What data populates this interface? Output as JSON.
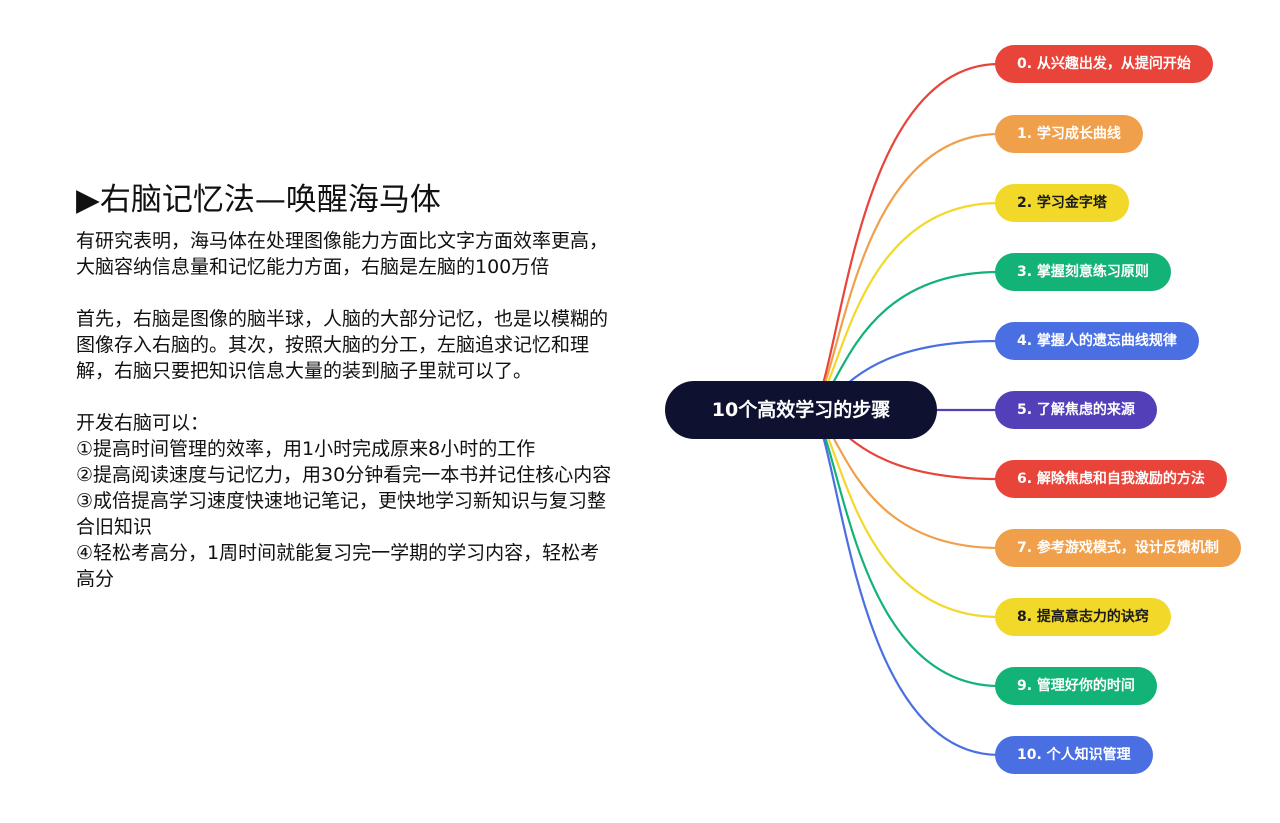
{
  "article": {
    "heading": "▶右脑记忆法—唤醒海马体",
    "paragraphs": [
      "有研究表明，海马体在处理图像能力方面比文字方面效率更高，大脑容纳信息量和记忆能力方面，右脑是左脑的100万倍",
      "首先，右脑是图像的脑半球，人脑的大部分记忆，也是以模糊的图像存入右脑的。其次，按照大脑的分工，左脑追求记忆和理解，右脑只要把知识信息大量的装到脑子里就可以了。",
      "开发右脑可以：",
      "①提高时间管理的效率，用1小时完成原来8小时的工作",
      "②提高阅读速度与记忆力，用30分钟看完一本书并记住核心内容",
      "③成倍提高学习速度快速地记笔记，更快地学习新知识与复习整合旧知识",
      "④轻松考高分，1周时间就能复习完一学期的学习内容，轻松考高分"
    ]
  },
  "mindmap": {
    "center": "10个高效学习的步骤",
    "branches": [
      {
        "label": "0. 从兴趣出发，从提问开始",
        "color": "#e8443a"
      },
      {
        "label": "1. 学习成长曲线",
        "color": "#f0a04b"
      },
      {
        "label": "2. 学习金字塔",
        "color": "#f2d829"
      },
      {
        "label": "3. 掌握刻意练习原则",
        "color": "#13b276"
      },
      {
        "label": "4. 掌握人的遗忘曲线规律",
        "color": "#4a6fe3"
      },
      {
        "label": "5. 了解焦虑的来源",
        "color": "#5340b8"
      },
      {
        "label": "6. 解除焦虑和自我激励的方法",
        "color": "#e8443a"
      },
      {
        "label": "7. 参考游戏模式，设计反馈机制",
        "color": "#f0a04b"
      },
      {
        "label": "8. 提高意志力的诀窍",
        "color": "#f2d829"
      },
      {
        "label": "9. 管理好你的时间",
        "color": "#13b276"
      },
      {
        "label": "10. 个人知识管理",
        "color": "#4a6fe3"
      }
    ]
  }
}
